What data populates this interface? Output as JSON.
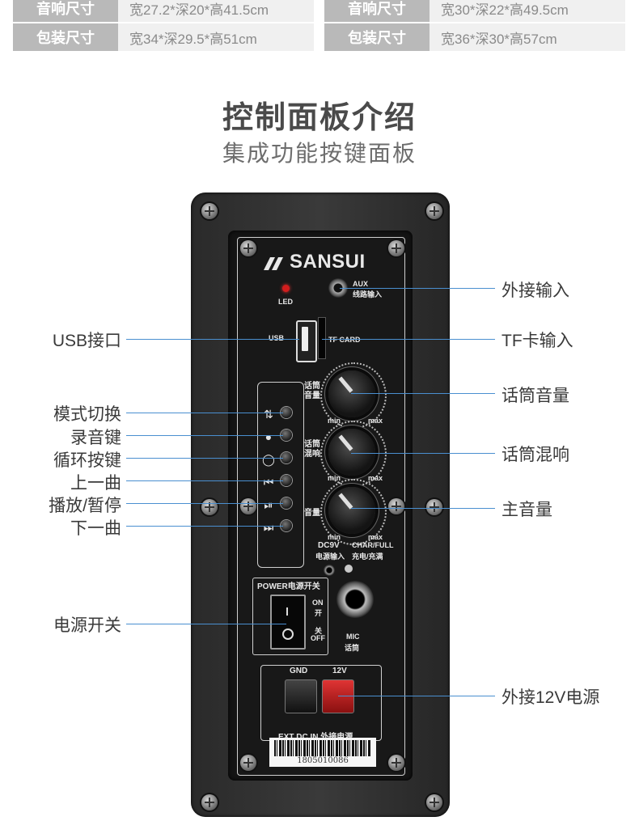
{
  "spec_tables": [
    {
      "rows": [
        {
          "key": "音响尺寸",
          "value": "宽27.2*深20*高41.5cm"
        },
        {
          "key": "包装尺寸",
          "value": "宽34*深29.5*高51cm"
        }
      ]
    },
    {
      "rows": [
        {
          "key": "音响尺寸",
          "value": "宽30*深22*高49.5cm"
        },
        {
          "key": "包装尺寸",
          "value": "宽36*深30*高57cm"
        }
      ]
    }
  ],
  "heading": {
    "title": "控制面板介绍",
    "subtitle": "集成功能按键面板"
  },
  "panel": {
    "brand": "SANSUI",
    "led": "LED",
    "aux": "AUX",
    "aux_cn": "线路输入",
    "usb": "USB",
    "tf": "TF CARD",
    "mic_vol": "话筒\n音量",
    "mic_echo": "话筒\n混响",
    "master": "音量",
    "min": "min",
    "max": "max",
    "dc9v": "DC9V",
    "dc9v_cn": "电源输入",
    "char": "CHAR/FULL",
    "char_cn": "充电/充满",
    "power": "POWER电源开关",
    "on": "ON",
    "on_cn": "开",
    "off_cn": "关",
    "off": "OFF",
    "mic": "MIC",
    "mic_cn": "话筒",
    "gnd": "GND",
    "v12": "12V",
    "ext": "EXT DC IN 外接电源",
    "barcode": "1805010086"
  },
  "callouts_left": [
    {
      "label": "USB接口"
    },
    {
      "label": "模式切换"
    },
    {
      "label": "录音键"
    },
    {
      "label": "循环按键"
    },
    {
      "label": "上一曲"
    },
    {
      "label": "播放/暂停"
    },
    {
      "label": "下一曲"
    },
    {
      "label": "电源开关"
    }
  ],
  "callouts_right": [
    {
      "label": "外接输入"
    },
    {
      "label": "TF卡输入"
    },
    {
      "label": "话筒音量"
    },
    {
      "label": "话筒混响"
    },
    {
      "label": "主音量"
    },
    {
      "label": "外接12V电源"
    }
  ],
  "colors": {
    "accent_line": "#4a8fd0",
    "table_key_bg": "#b9b9b9",
    "table_value_bg": "#f0f0f0"
  }
}
